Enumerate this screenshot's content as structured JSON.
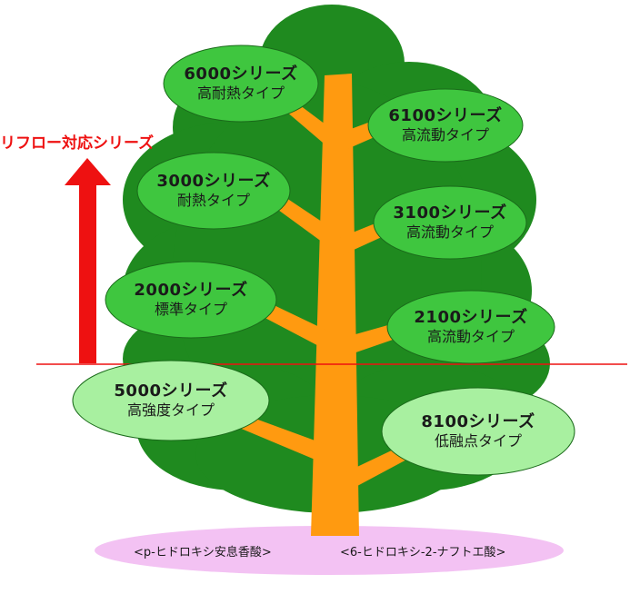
{
  "reflow_label": "リフロー対応シリーズ",
  "nodes": {
    "s6000": {
      "series": "6000シリーズ",
      "type": "高耐熱タイプ"
    },
    "s6100": {
      "series": "6100シリーズ",
      "type": "高流動タイプ"
    },
    "s3000": {
      "series": "3000シリーズ",
      "type": "耐熱タイプ"
    },
    "s3100": {
      "series": "3100シリーズ",
      "type": "高流動タイプ"
    },
    "s2000": {
      "series": "2000シリーズ",
      "type": "標準タイプ"
    },
    "s2100": {
      "series": "2100シリーズ",
      "type": "高流動タイプ"
    },
    "s5000": {
      "series": "5000シリーズ",
      "type": "高強度タイプ"
    },
    "s8100": {
      "series": "8100シリーズ",
      "type": "低融点タイプ"
    }
  },
  "base": {
    "left": "<p-ヒドロキシ安息香酸>",
    "right": "<6-ヒドロキシ-2-ナフトエ酸>"
  },
  "colors": {
    "canopy": "#1f8a1f",
    "upper_node": "#3fc63f",
    "lower_node": "#a8f0a0",
    "trunk": "#ff9a10",
    "base": "#f3c2f3",
    "reflow": "#ee1111"
  }
}
